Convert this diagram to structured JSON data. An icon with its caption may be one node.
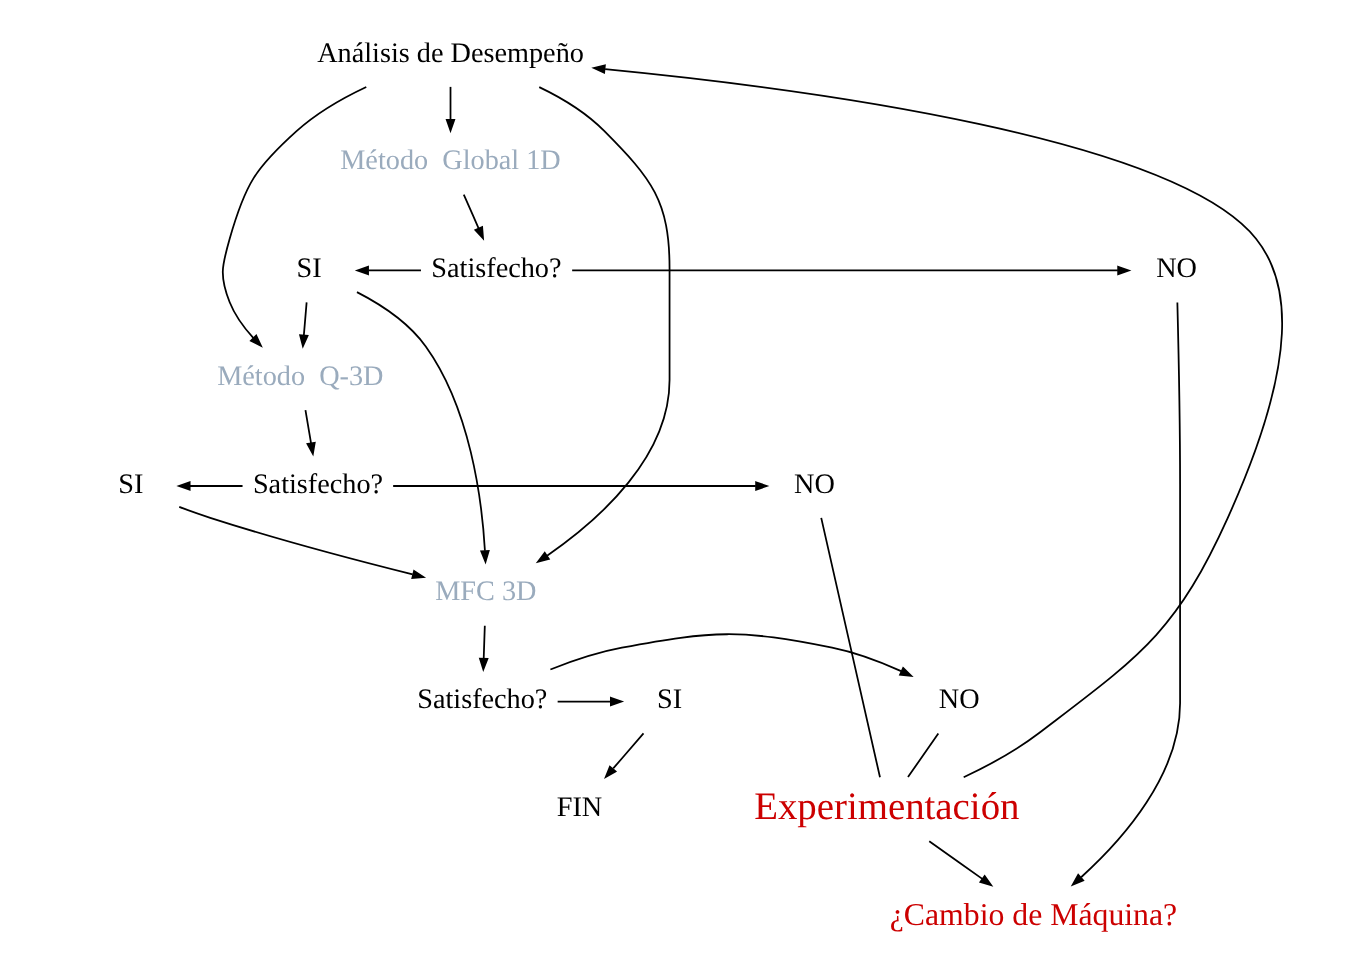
{
  "diagram": {
    "nodes": [
      {
        "text": [
          "Análisis de Desempeño"
        ]
      },
      {
        "text": [
          "Método  Global 1D"
        ]
      },
      {
        "text": [
          "Satisfecho?"
        ]
      },
      {
        "text": [
          "SI"
        ]
      },
      {
        "text": [
          "NO"
        ]
      },
      {
        "text": [
          "Método  Q-3D"
        ]
      },
      {
        "text": [
          "Satisfecho?"
        ]
      },
      {
        "text": [
          "SI"
        ]
      },
      {
        "text": [
          "NO"
        ]
      },
      {
        "text": [
          "MFC 3D"
        ]
      },
      {
        "text": [
          "Satisfecho?"
        ]
      },
      {
        "text": [
          "SI"
        ]
      },
      {
        "text": [
          "NO"
        ]
      },
      {
        "text": [
          "Experimentación"
        ]
      },
      {
        "text": [
          "¿Cambio de Máquina?"
        ]
      },
      {
        "text": [
          "FIN"
        ]
      }
    ],
    "edges": [
      {
        "from": 0,
        "to": 1,
        "arrow": "to"
      },
      {
        "from": 1,
        "to": 2,
        "arrow": "to"
      },
      {
        "from": 2,
        "to": 3,
        "arrow": "to"
      },
      {
        "from": 2,
        "to": 4,
        "arrow": "to"
      },
      {
        "from": 0,
        "to": 5,
        "arrow": "to"
      },
      {
        "from": 3,
        "to": 5,
        "arrow": "to"
      },
      {
        "from": 4,
        "to": 14,
        "arrow": "to"
      },
      {
        "from": 5,
        "to": 6,
        "arrow": "to"
      },
      {
        "from": 6,
        "to": 7,
        "arrow": "to"
      },
      {
        "from": 6,
        "to": 8,
        "arrow": "to"
      },
      {
        "from": 0,
        "to": 9,
        "arrow": "to"
      },
      {
        "from": 3,
        "to": 9,
        "arrow": "to"
      },
      {
        "from": 7,
        "to": 9,
        "arrow": "to"
      },
      {
        "from": 8,
        "to": 13,
        "arrow": "none"
      },
      {
        "from": 9,
        "to": 10,
        "arrow": "to"
      },
      {
        "from": 10,
        "to": 11,
        "arrow": "to"
      },
      {
        "from": 10,
        "to": 12,
        "arrow": "to"
      },
      {
        "from": 12,
        "to": 13,
        "arrow": "none"
      },
      {
        "from": 13,
        "to": 0,
        "arrow": "to"
      },
      {
        "from": 13,
        "to": 14,
        "arrow": "to"
      },
      {
        "from": 11,
        "to": 15,
        "arrow": "to"
      }
    ]
  }
}
